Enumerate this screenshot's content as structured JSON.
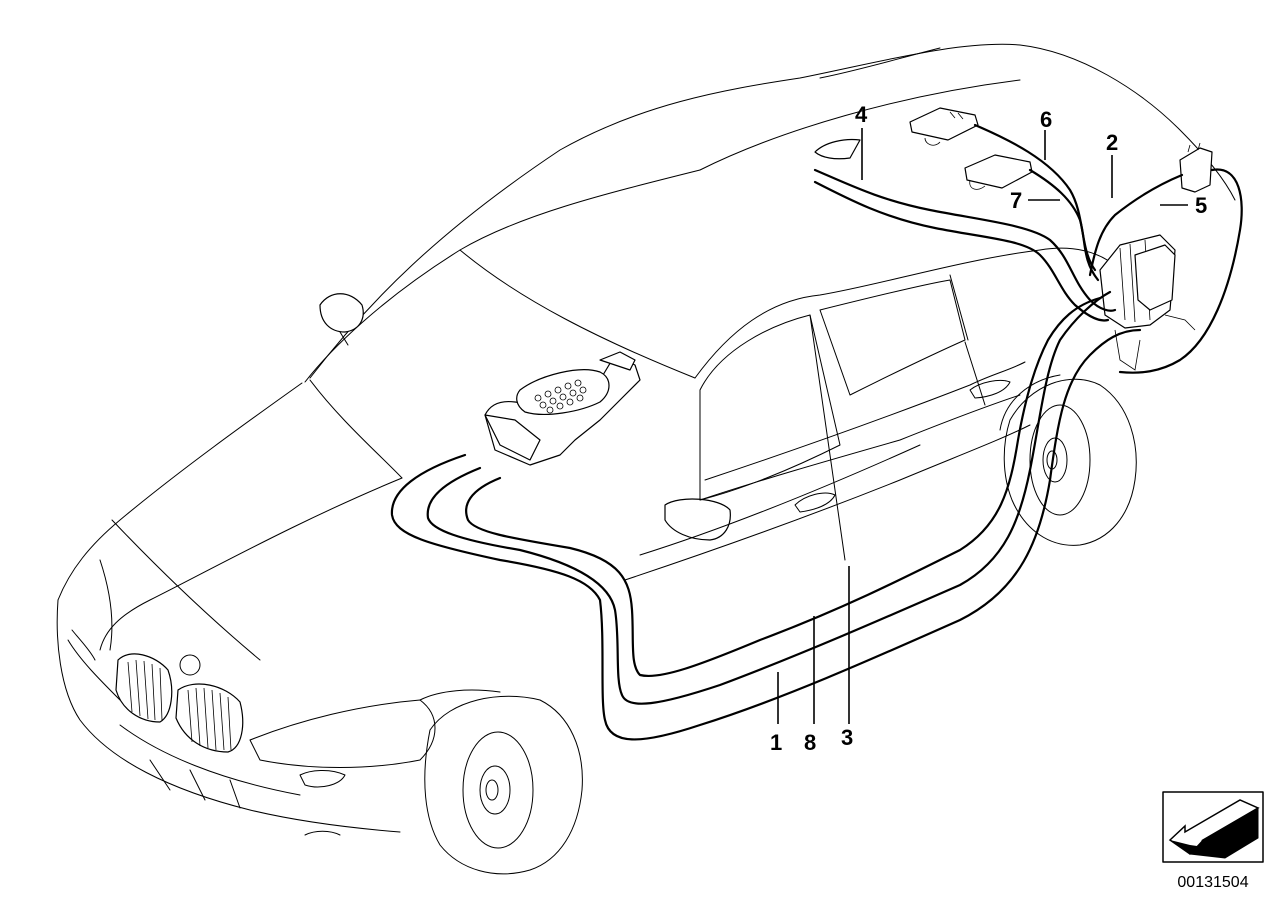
{
  "diagram": {
    "callouts": [
      {
        "id": "1",
        "label": "1"
      },
      {
        "id": "2",
        "label": "2"
      },
      {
        "id": "3",
        "label": "3"
      },
      {
        "id": "4",
        "label": "4"
      },
      {
        "id": "5",
        "label": "5"
      },
      {
        "id": "6",
        "label": "6"
      },
      {
        "id": "7",
        "label": "7"
      },
      {
        "id": "8",
        "label": "8"
      }
    ],
    "reference_code": "00131504",
    "icon": "arrow-symbol-icon"
  }
}
